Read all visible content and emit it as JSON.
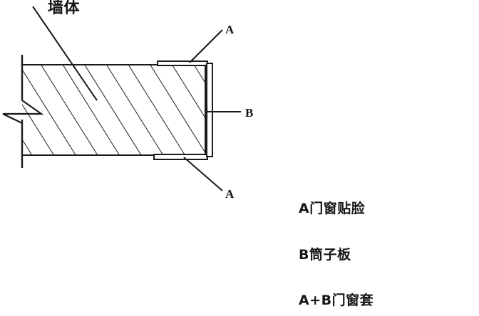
{
  "drawing": {
    "title_label": "墙体",
    "callouts": [
      {
        "id": "a-top",
        "text": "A"
      },
      {
        "id": "a-bottom",
        "text": "A"
      },
      {
        "id": "b-right",
        "text": "B"
      }
    ]
  },
  "legend": {
    "items": [
      {
        "key": "A",
        "text": "A门窗贴脸"
      },
      {
        "key": "B",
        "text": "B筒子板"
      },
      {
        "key": "A+B",
        "text": "A+B门窗套"
      }
    ]
  },
  "colors": {
    "background": "#ffffff",
    "line": "#1a1a1a",
    "hatch": "#262626",
    "text": "#161616"
  }
}
